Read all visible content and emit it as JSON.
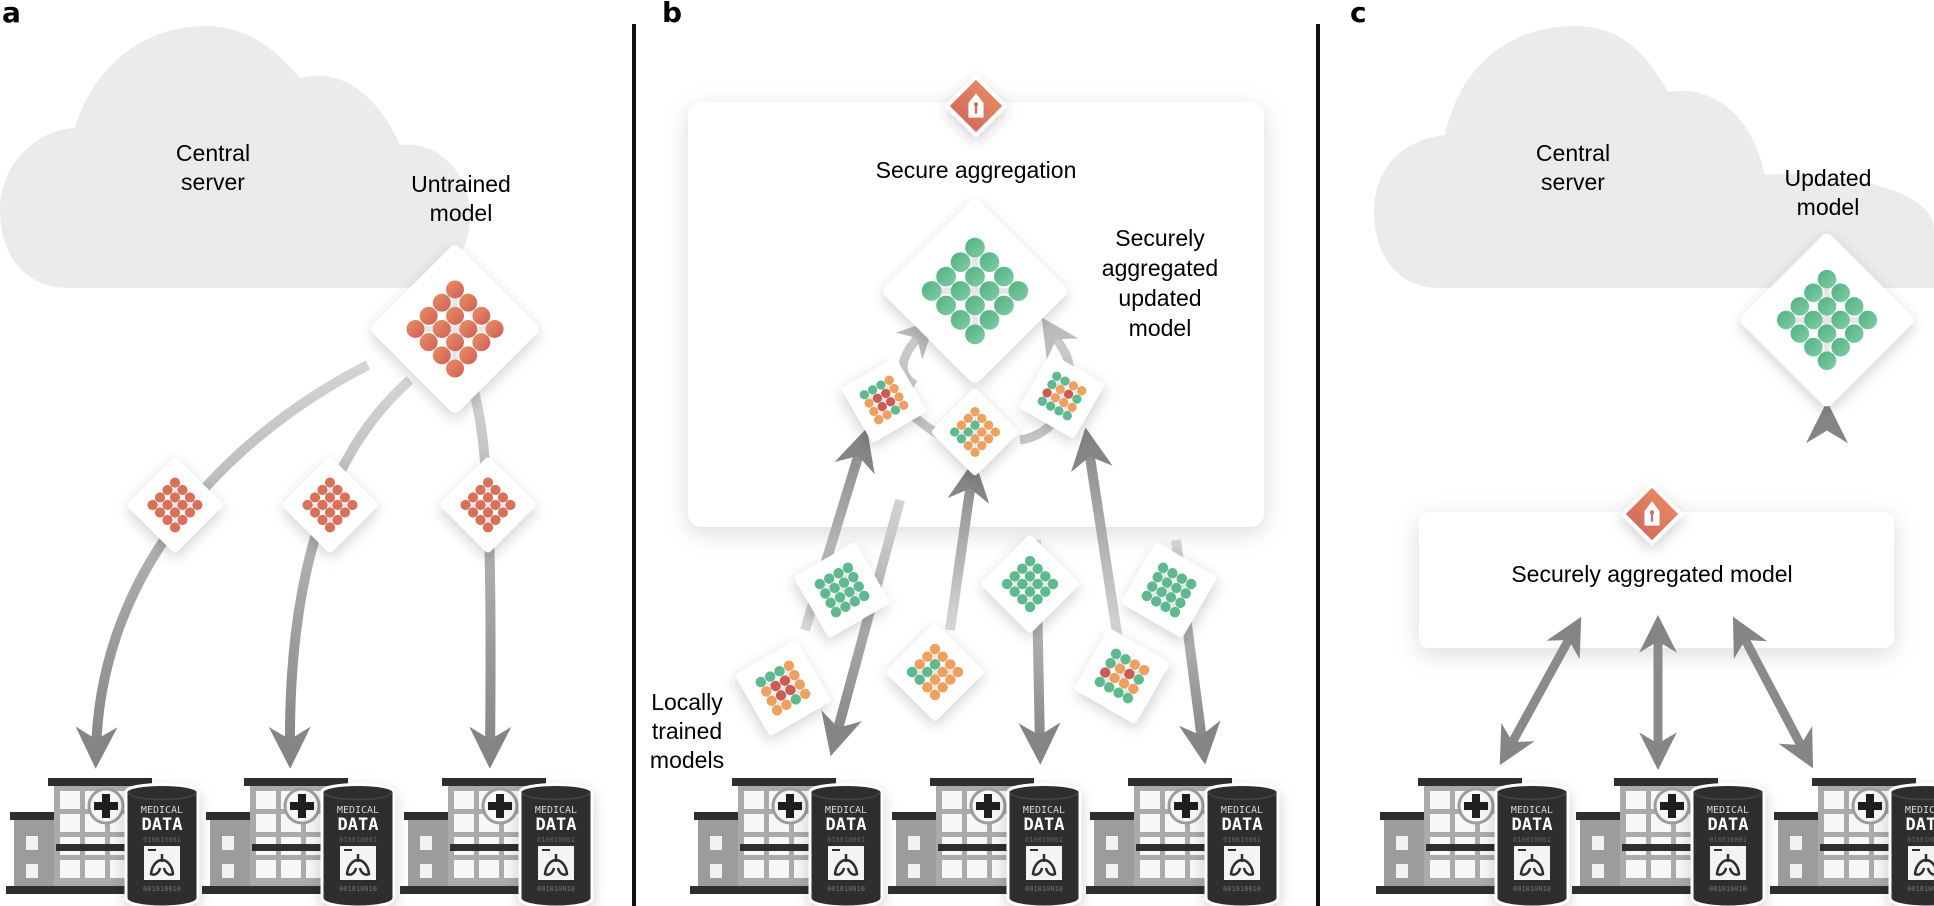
{
  "figure": {
    "description": "Federated learning workflow in three panels",
    "colors": {
      "cloud": "#ebebeb",
      "untrained_node": "#d9715a",
      "trained_node": "#5fb98e",
      "local_orange": "#eda060",
      "local_red": "#cd5b52",
      "arrow": "#8a8a8a",
      "lock_badge": "#d9735c",
      "hospital_dark": "#2e2e2e",
      "hospital_mid": "#9a9a9a",
      "divider": "#111111"
    }
  },
  "panels": [
    {
      "letter": "a",
      "cloud_labels": {
        "server": [
          "Central",
          "server"
        ],
        "model": [
          "Untrained",
          "model"
        ]
      },
      "central_model": {
        "state": "untrained",
        "color": "untrained"
      },
      "distributed_models": [
        {
          "state": "untrained"
        },
        {
          "state": "untrained"
        },
        {
          "state": "untrained"
        }
      ],
      "arrows": [
        {
          "from": "central-model",
          "to": "hospital-1",
          "direction": "down"
        },
        {
          "from": "central-model",
          "to": "hospital-2",
          "direction": "down"
        },
        {
          "from": "central-model",
          "to": "hospital-3",
          "direction": "down"
        }
      ],
      "sites": 3
    },
    {
      "letter": "b",
      "aggregation_box": {
        "title": "Secure aggregation",
        "icon": "lock-icon",
        "result_label": [
          "Securely",
          "aggregated",
          "updated",
          "model"
        ]
      },
      "side_label": [
        "Locally",
        "trained",
        "models"
      ],
      "aggregated_model": {
        "state": "trained"
      },
      "partial_models": [
        {
          "state": "mixed"
        },
        {
          "state": "mixed"
        },
        {
          "state": "mixed"
        }
      ],
      "local_models": [
        {
          "state": "mixed",
          "direction": "up"
        },
        {
          "state": "trained",
          "direction": "down"
        },
        {
          "state": "mixed",
          "direction": "up"
        },
        {
          "state": "trained",
          "direction": "down"
        },
        {
          "state": "mixed",
          "direction": "up"
        },
        {
          "state": "trained",
          "direction": "down"
        }
      ],
      "sites": 3
    },
    {
      "letter": "c",
      "cloud_labels": {
        "server": [
          "Central",
          "server"
        ],
        "model": [
          "Updated",
          "model"
        ]
      },
      "central_model": {
        "state": "trained"
      },
      "aggregation_box": {
        "title": "Securely aggregated model",
        "icon": "lock-icon"
      },
      "arrows": [
        {
          "from": "aggregation-box",
          "to": "central-model",
          "direction": "up"
        },
        {
          "between": [
            "aggregation-box",
            "hospital-1"
          ],
          "direction": "both"
        },
        {
          "between": [
            "aggregation-box",
            "hospital-2"
          ],
          "direction": "both"
        },
        {
          "between": [
            "aggregation-box",
            "hospital-3"
          ],
          "direction": "both"
        }
      ],
      "sites": 3
    }
  ],
  "hospital": {
    "database_title": "MEDICAL",
    "database_subtitle": "DATA",
    "binary_top": "010010001",
    "binary_bottom": "001010010",
    "icon": "lungs-xray-icon",
    "building_icon": "hospital-cross-icon"
  }
}
